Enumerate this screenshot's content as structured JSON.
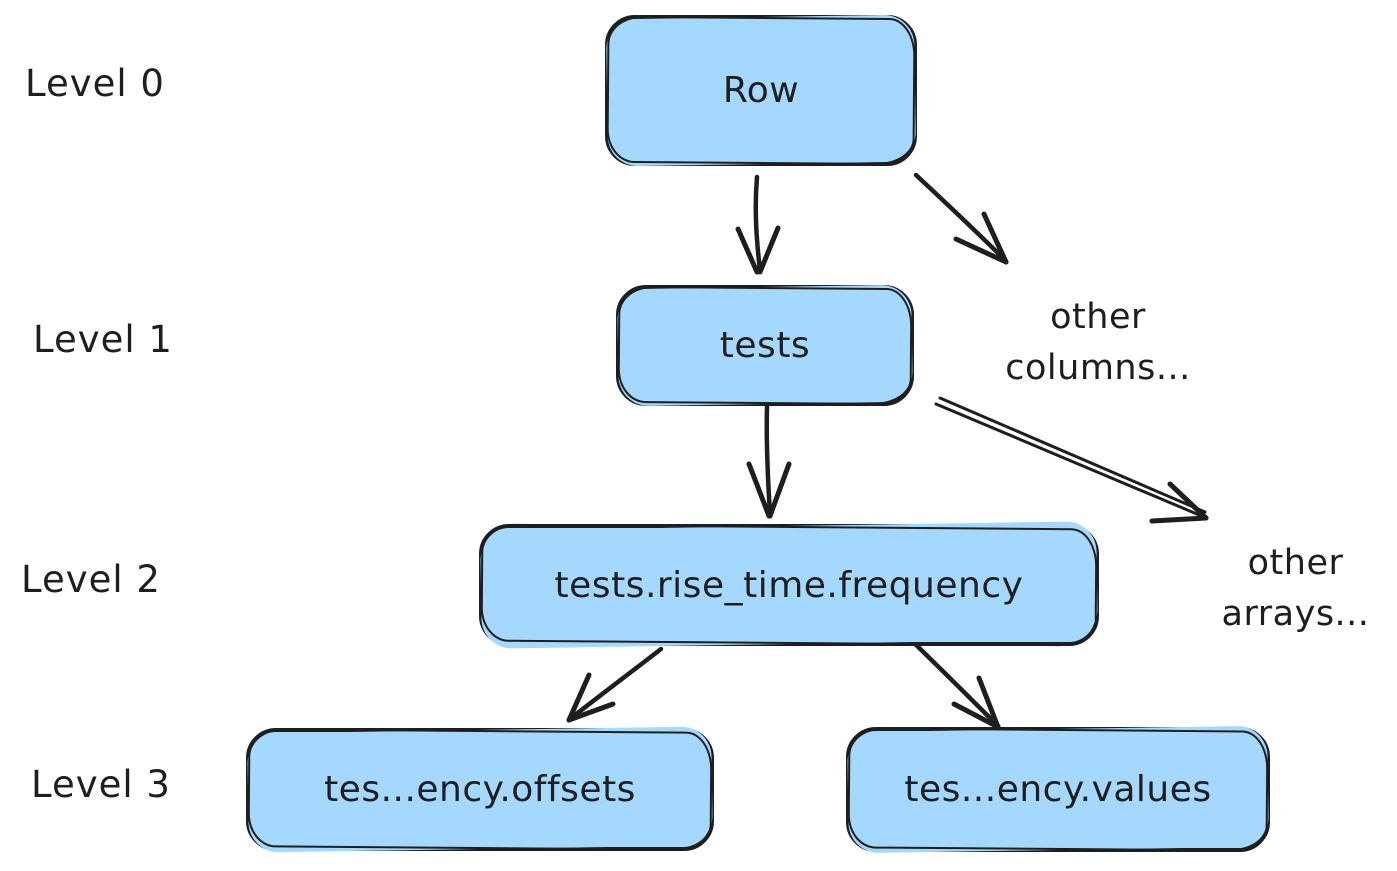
{
  "diagram": {
    "background": "#ffffff",
    "stroke_color": "#1e1e1e",
    "node_fill": "#a5d8ff",
    "levels": [
      {
        "id": "level-0",
        "label": "Level 0"
      },
      {
        "id": "level-1",
        "label": "Level 1"
      },
      {
        "id": "level-2",
        "label": "Level 2"
      },
      {
        "id": "level-3",
        "label": "Level 3"
      }
    ],
    "nodes": [
      {
        "id": "row",
        "level": 0,
        "label": "Row"
      },
      {
        "id": "tests",
        "level": 1,
        "label": "tests"
      },
      {
        "id": "tests-rise-time-frequency",
        "level": 2,
        "label": "tests.rise_time.frequency"
      },
      {
        "id": "offsets",
        "level": 3,
        "label": "tes...ency.offsets"
      },
      {
        "id": "values",
        "level": 3,
        "label": "tes...ency.values"
      }
    ],
    "annotations": [
      {
        "id": "other-columns",
        "label": "other\ncolumns..."
      },
      {
        "id": "other-arrays",
        "label": "other\narrays..."
      }
    ],
    "edges": [
      {
        "from": "Row",
        "to": "tests"
      },
      {
        "from": "Row",
        "to": "other columns..."
      },
      {
        "from": "tests",
        "to": "tests.rise_time.frequency"
      },
      {
        "from": "tests",
        "to": "other arrays..."
      },
      {
        "from": "tests.rise_time.frequency",
        "to": "tes...ency.offsets"
      },
      {
        "from": "tests.rise_time.frequency",
        "to": "tes...ency.values"
      }
    ]
  }
}
